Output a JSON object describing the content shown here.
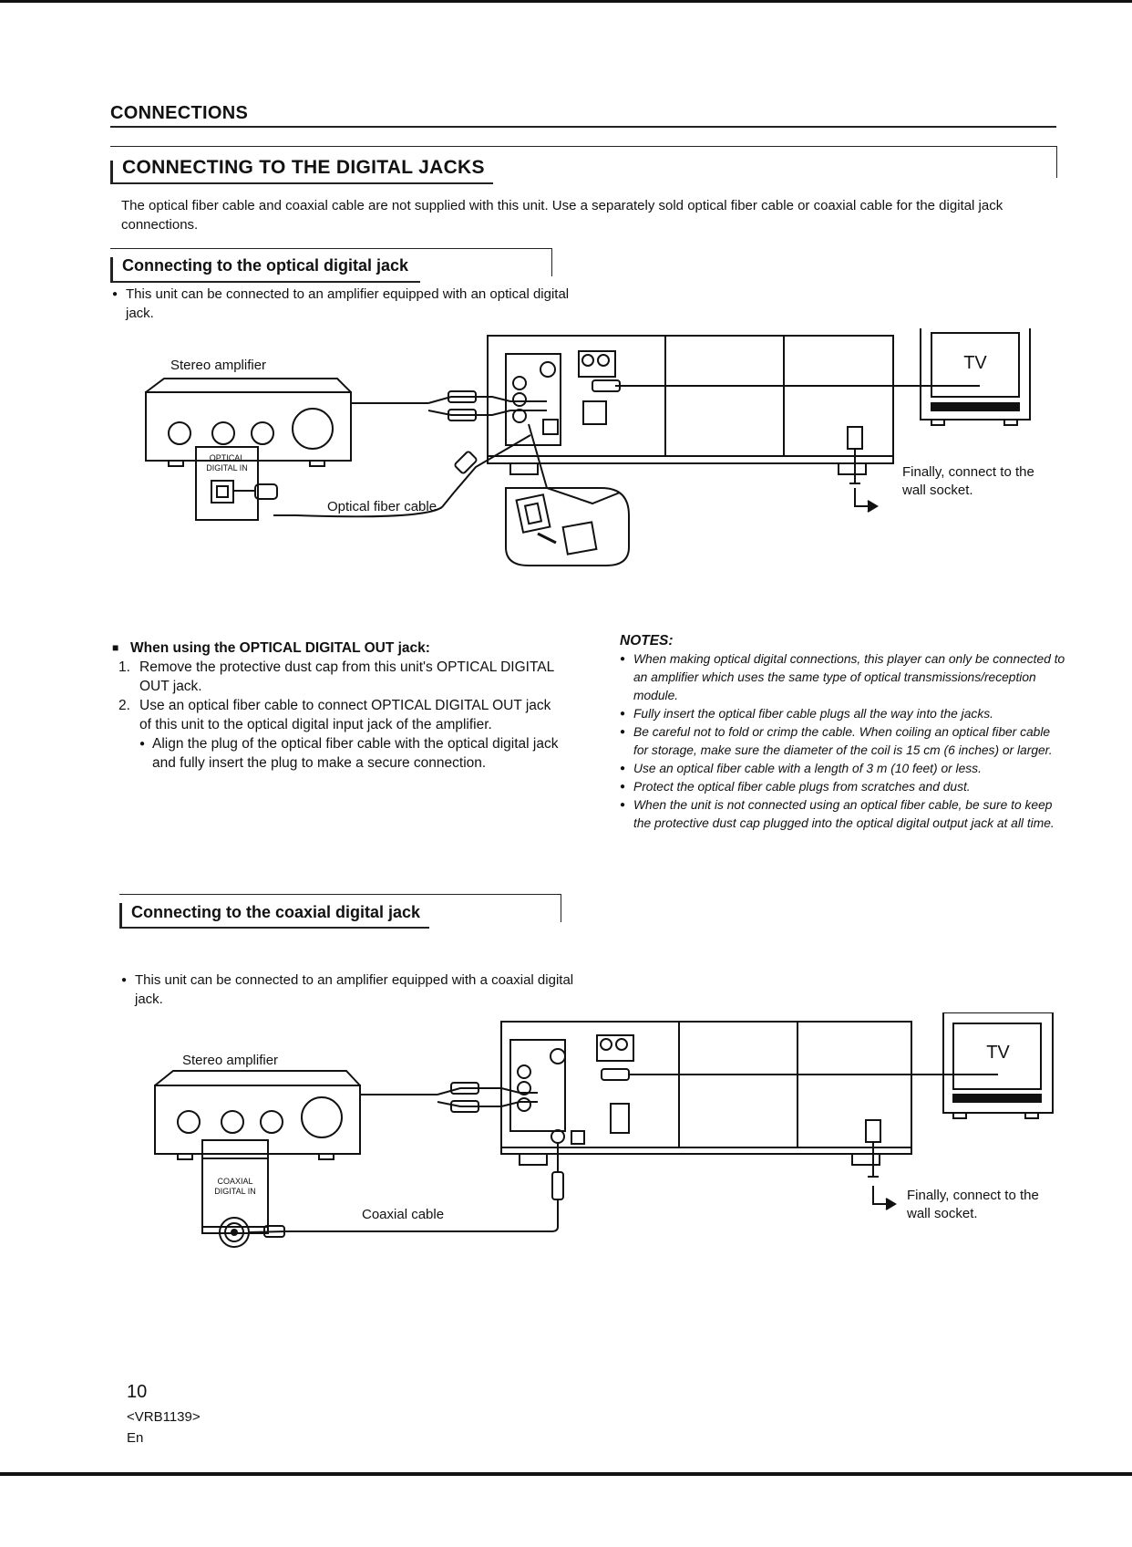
{
  "header": {
    "section": "CONNECTIONS",
    "title": "CONNECTING TO THE DIGITAL JACKS",
    "intro": "The optical fiber cable and coaxial cable are not supplied with this unit. Use a separately sold optical fiber cable or coaxial cable for the digital jack connections."
  },
  "optical": {
    "heading": "Connecting to the optical digital jack",
    "bullet": "This unit can be connected to an amplifier equipped with an optical digital jack.",
    "diagram": {
      "amp_label": "Stereo amplifier",
      "jack_label_1": "OPTICAL",
      "jack_label_2": "DIGITAL IN",
      "cable_label": "Optical fiber cable",
      "tv_label": "TV",
      "socket_label_1": "Finally, connect to the",
      "socket_label_2": "wall socket."
    },
    "steps_header": "When using the OPTICAL DIGITAL OUT jack:",
    "step1_num": "1.",
    "step1": "Remove the protective dust cap from this unit's OPTICAL DIGITAL OUT jack.",
    "step2_num": "2.",
    "step2": "Use an optical fiber cable to connect OPTICAL DIGITAL OUT jack of this unit to the optical digital input jack of the amplifier.",
    "step2_sub": "Align the plug of the optical fiber cable with the optical digital jack and fully insert the plug to make a secure connection."
  },
  "notes": {
    "title": "NOTES:",
    "items": [
      "When making optical digital connections, this player can only be connected to an amplifier which uses the same type of optical transmissions/reception module.",
      "Fully insert the optical fiber cable plugs all the way into the jacks.",
      "Be careful not to fold or crimp the cable. When coiling an optical fiber cable for storage, make sure the diameter of the coil is 15 cm (6 inches) or larger.",
      "Use an optical fiber cable with a length of 3 m (10 feet) or less.",
      "Protect the optical fiber cable plugs from scratches and dust.",
      "When the unit is not connected using an optical fiber cable, be sure to keep the protective dust cap plugged into the optical digital output jack at all time."
    ]
  },
  "coaxial": {
    "heading": "Connecting to the coaxial digital jack",
    "bullet": "This unit can be connected to an amplifier equipped with a coaxial digital jack.",
    "diagram": {
      "amp_label": "Stereo amplifier",
      "jack_label_1": "COAXIAL",
      "jack_label_2": "DIGITAL IN",
      "cable_label": "Coaxial cable",
      "tv_label": "TV",
      "socket_label_1": "Finally, connect to the",
      "socket_label_2": "wall socket."
    }
  },
  "footer": {
    "page": "10",
    "code": "<VRB1139>",
    "lang": "En"
  }
}
